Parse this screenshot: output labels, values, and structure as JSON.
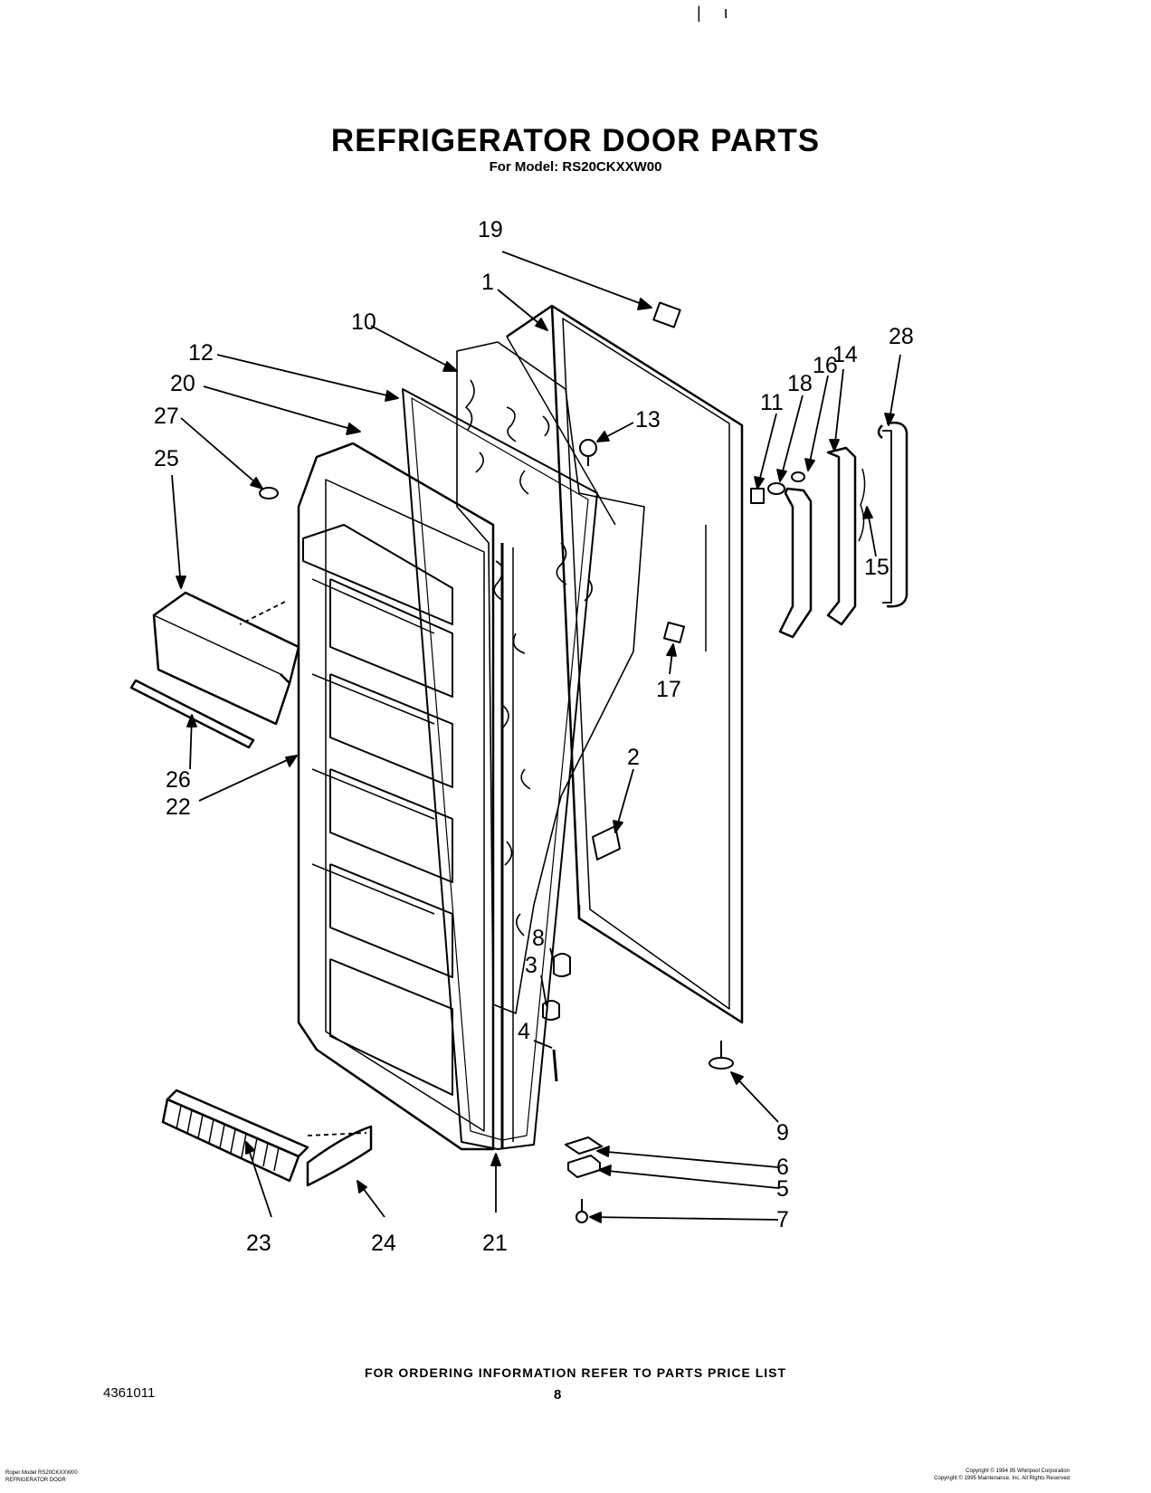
{
  "header": {
    "title": "REFRIGERATOR DOOR PARTS",
    "subtitle": "For Model: RS20CKXXW00"
  },
  "diagram": {
    "callouts": [
      "19",
      "1",
      "10",
      "12",
      "20",
      "27",
      "25",
      "13",
      "28",
      "14",
      "16",
      "18",
      "11",
      "15",
      "17",
      "26",
      "22",
      "2",
      "8",
      "3",
      "4",
      "9",
      "6",
      "5",
      "7",
      "23",
      "24",
      "21"
    ]
  },
  "footer": {
    "ordering_note": "FOR ORDERING INFORMATION REFER TO PARTS PRICE LIST",
    "doc_number": "4361011",
    "page_number": "8",
    "model_line_1": "Roper Model RS20CKXXW00",
    "model_line_2": "REFRIGERATOR DOOR",
    "copyright_line_1": "Copyright © 1994 95 Whirlpool Corporation",
    "copyright_line_2": "Copyright © 1995 Maintenance, Inc. All Rights Reserved"
  },
  "colors": {
    "ink": "#000000",
    "paper": "#ffffff"
  }
}
